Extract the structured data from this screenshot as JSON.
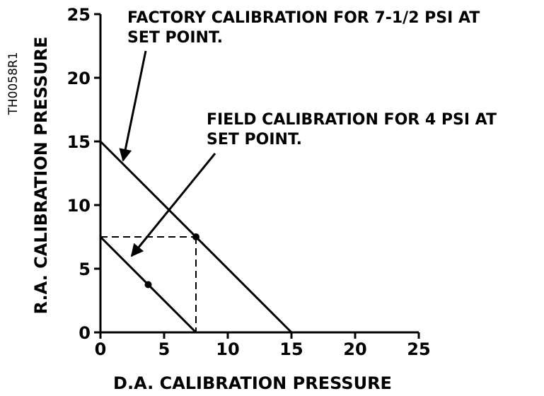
{
  "chart_data": {
    "type": "line",
    "xlabel": "D.A. CALIBRATION PRESSURE",
    "ylabel": "R.A. CALIBRATION PRESSURE",
    "xlim": [
      0,
      25
    ],
    "ylim": [
      0,
      25
    ],
    "xticks": [
      "0",
      "5",
      "10",
      "15",
      "20",
      "25"
    ],
    "yticks": [
      "0",
      "5",
      "10",
      "15",
      "20",
      "25"
    ],
    "grid": false,
    "series": [
      {
        "x": [
          0,
          15
        ],
        "y": [
          15,
          0
        ]
      },
      {
        "x": [
          0,
          7.5
        ],
        "y": [
          7.5,
          0
        ]
      }
    ],
    "reference_lines": [
      {
        "style": "dashed",
        "x": [
          0,
          7.5
        ],
        "y": [
          7.5,
          7.5
        ]
      },
      {
        "style": "dashed",
        "x": [
          7.5,
          7.5
        ],
        "y": [
          7.5,
          0
        ]
      }
    ],
    "points": [
      {
        "x": 7.5,
        "y": 7.5
      },
      {
        "x": 3.75,
        "y": 3.75
      }
    ],
    "annotations": [
      {
        "lines": [
          "FACTORY CALIBRATION FOR 7-1/2 PSI AT",
          "SET POINT."
        ]
      },
      {
        "lines": [
          "FIELD CALIBRATION FOR 4 PSI AT",
          "SET POINT."
        ]
      }
    ],
    "figure_code": "TH0058R1"
  }
}
